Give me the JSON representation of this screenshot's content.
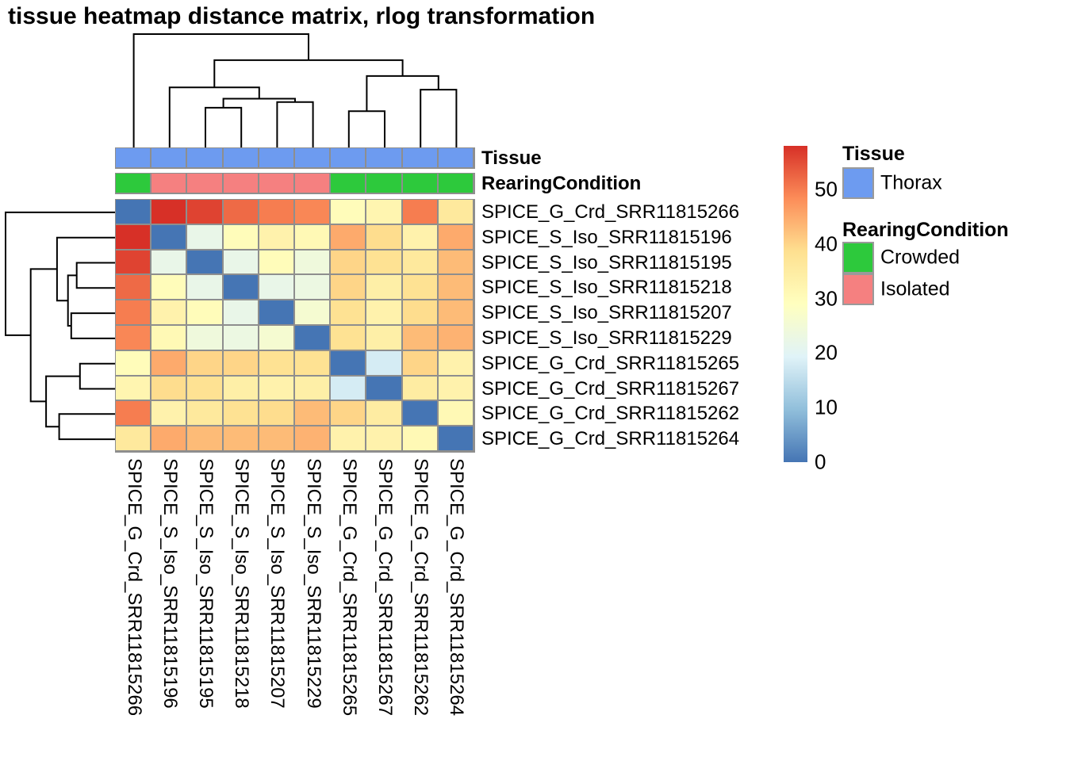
{
  "title": "tissue heatmap distance matrix, rlog transformation",
  "chart_data": {
    "type": "heatmap",
    "title": "tissue heatmap distance matrix, rlog transformation",
    "rows": [
      "SPICE_G_Crd_SRR11815266",
      "SPICE_S_Iso_SRR11815196",
      "SPICE_S_Iso_SRR11815195",
      "SPICE_S_Iso_SRR11815218",
      "SPICE_S_Iso_SRR11815207",
      "SPICE_S_Iso_SRR11815229",
      "SPICE_G_Crd_SRR11815265",
      "SPICE_G_Crd_SRR11815267",
      "SPICE_G_Crd_SRR11815262",
      "SPICE_G_Crd_SRR11815264"
    ],
    "columns": [
      "SPICE_G_Crd_SRR11815266",
      "SPICE_S_Iso_SRR11815196",
      "SPICE_S_Iso_SRR11815195",
      "SPICE_S_Iso_SRR11815218",
      "SPICE_S_Iso_SRR11815207",
      "SPICE_S_Iso_SRR11815229",
      "SPICE_G_Crd_SRR11815265",
      "SPICE_G_Crd_SRR11815267",
      "SPICE_G_Crd_SRR11815262",
      "SPICE_G_Crd_SRR11815264"
    ],
    "matrix": [
      [
        0,
        58,
        56,
        52,
        50,
        49,
        30,
        32,
        50,
        36
      ],
      [
        58,
        0,
        22,
        30,
        33,
        31,
        45,
        39,
        33,
        45
      ],
      [
        56,
        22,
        0,
        22,
        30,
        24,
        40,
        38,
        36,
        43
      ],
      [
        52,
        30,
        22,
        0,
        22,
        23,
        40,
        34,
        38,
        43
      ],
      [
        50,
        33,
        30,
        22,
        0,
        26,
        38,
        33,
        39,
        43
      ],
      [
        49,
        31,
        24,
        23,
        26,
        0,
        38,
        34,
        43,
        44
      ],
      [
        30,
        45,
        40,
        40,
        38,
        38,
        0,
        18,
        40,
        33
      ],
      [
        32,
        39,
        38,
        34,
        33,
        34,
        18,
        0,
        35,
        33
      ],
      [
        50,
        33,
        36,
        38,
        39,
        43,
        40,
        35,
        0,
        31
      ],
      [
        36,
        45,
        43,
        43,
        43,
        44,
        33,
        33,
        31,
        0
      ]
    ],
    "color_scale": {
      "min": 0,
      "max": 58,
      "stops_low_to_high": [
        "#4575B4",
        "#91BFDB",
        "#E0F3F8",
        "#FFFFBF",
        "#FEE090",
        "#FC8D59",
        "#D73027"
      ],
      "ticks": [
        0,
        10,
        20,
        30,
        40,
        50
      ]
    },
    "column_annotations": {
      "Tissue": [
        "Thorax",
        "Thorax",
        "Thorax",
        "Thorax",
        "Thorax",
        "Thorax",
        "Thorax",
        "Thorax",
        "Thorax",
        "Thorax"
      ],
      "RearingCondition": [
        "Crowded",
        "Isolated",
        "Isolated",
        "Isolated",
        "Isolated",
        "Isolated",
        "Crowded",
        "Crowded",
        "Crowded",
        "Crowded"
      ]
    },
    "annotation_colors": {
      "Thorax": "#6D9BF0",
      "Crowded": "#2DC93C",
      "Isolated": "#F58080"
    },
    "linkage": {
      "note_orientation": "same tree for rows and columns",
      "merges": [
        {
          "a": 2,
          "b": 3,
          "h": 0.35
        },
        {
          "a": 4,
          "b": 5,
          "h": 0.4
        },
        {
          "a": "m0",
          "b": "m1",
          "h": 0.43
        },
        {
          "a": 1,
          "b": "m2",
          "h": 0.53
        },
        {
          "a": 6,
          "b": 7,
          "h": 0.32
        },
        {
          "a": 8,
          "b": 9,
          "h": 0.51
        },
        {
          "a": "m4",
          "b": "m5",
          "h": 0.63
        },
        {
          "a": "m3",
          "b": "m6",
          "h": 0.77
        },
        {
          "a": 0,
          "b": "m7",
          "h": 1.0
        }
      ]
    }
  },
  "annotation_tracks": [
    {
      "name": "Tissue"
    },
    {
      "name": "RearingCondition"
    }
  ],
  "legend": {
    "colorbar_ticks": [
      "50",
      "40",
      "30",
      "20",
      "10",
      "0"
    ],
    "tissue_header": "Tissue",
    "tissue_items": [
      {
        "label": "Thorax",
        "color": "#6D9BF0"
      }
    ],
    "rearing_header": "RearingCondition",
    "rearing_items": [
      {
        "label": "Crowded",
        "color": "#2DC93C"
      },
      {
        "label": "Isolated",
        "color": "#F58080"
      }
    ]
  },
  "colors": {
    "grid_line": "#8e8e8e",
    "dendrogram_line": "#000000",
    "background": "#ffffff"
  }
}
